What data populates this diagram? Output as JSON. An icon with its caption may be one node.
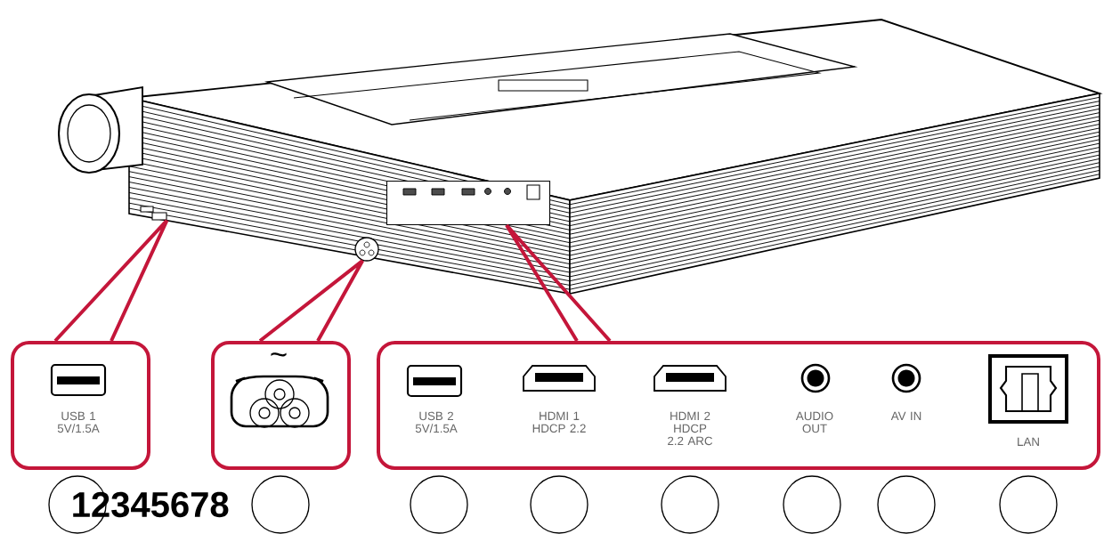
{
  "diagram": {
    "nodes": [
      {
        "text": [],
        "shape": "picture"
      },
      {
        "text": [],
        "shape": "box"
      },
      {
        "text": [],
        "shape": "circle"
      },
      {
        "text": [],
        "shape": "box"
      },
      {
        "text": [
          "USB 1 5V/1.5A"
        ]
      },
      {
        "text": [
          "~"
        ]
      },
      {
        "text": [
          "USB 2 5V/1.5A",
          "HDMI 1 HDCP 2.2",
          "HDMI 2 HDCP 2.2 ARC",
          "AUDIO OUT",
          "AV IN",
          "LAN"
        ]
      },
      {
        "text": [],
        "shape": "circle"
      },
      {
        "text": [],
        "shape": "circle"
      },
      {
        "text": [],
        "shape": "circle"
      },
      {
        "text": [],
        "shape": "circle"
      },
      {
        "text": [],
        "shape": "circle"
      },
      {
        "text": [],
        "shape": "circle"
      },
      {
        "text": [],
        "shape": "circle"
      },
      {
        "text": [],
        "shape": "circle"
      }
    ],
    "edges": [
      {
        "from": 4,
        "to": 1,
        "arrow": "none"
      },
      {
        "from": 5,
        "to": 2,
        "arrow": "none"
      },
      {
        "from": 6,
        "to": 3,
        "arrow": "none"
      }
    ],
    "labels": [
      "12345678"
    ]
  }
}
